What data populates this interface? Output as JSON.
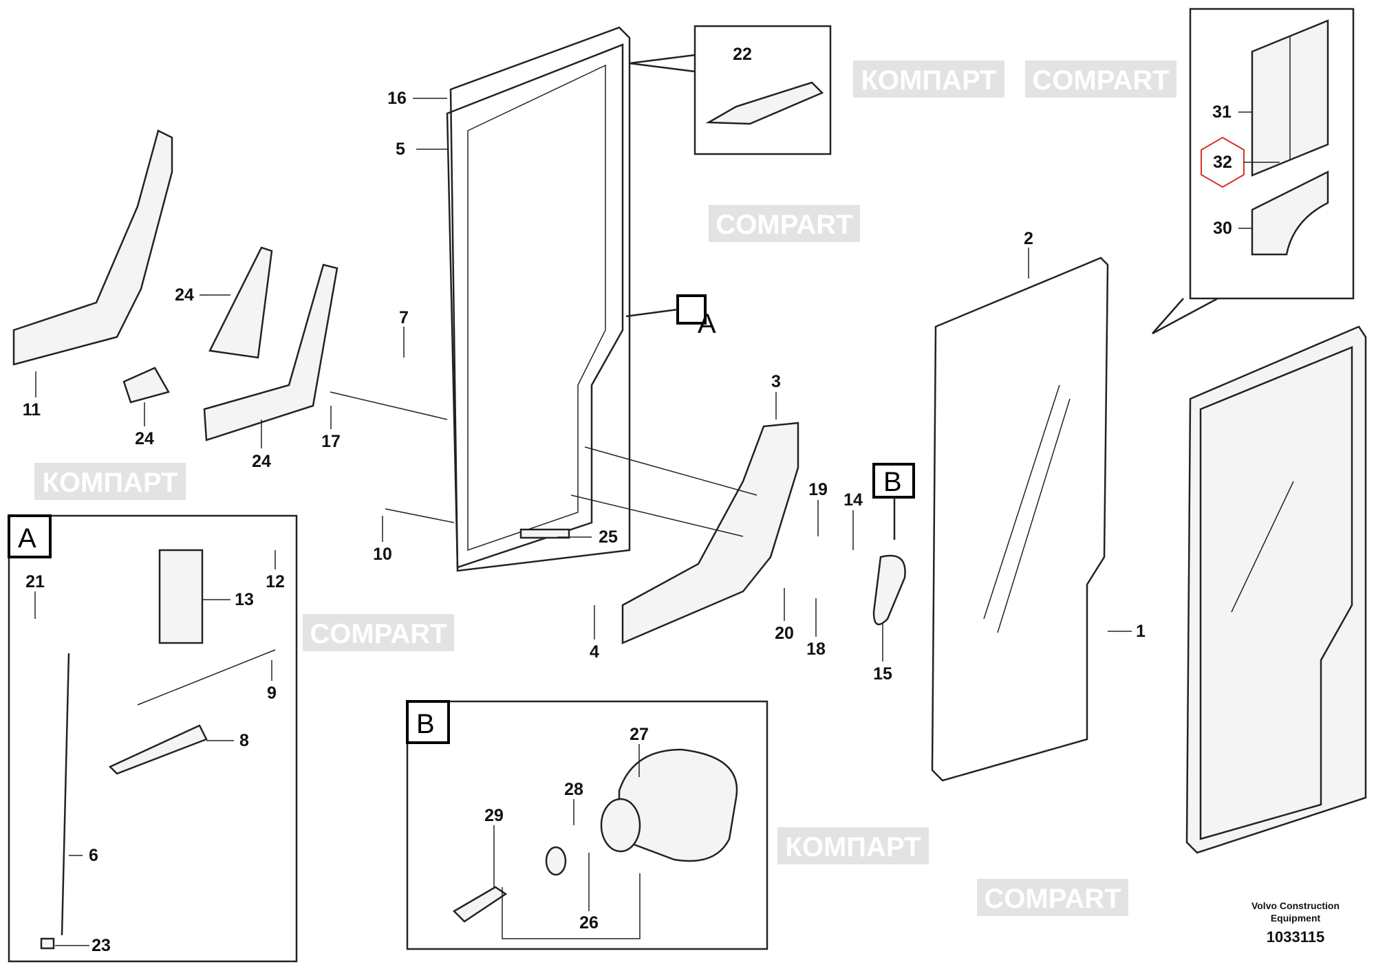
{
  "diagram": {
    "watermark": {
      "latin": "COMPART",
      "cyrillic": "КОМПАРТ"
    },
    "detail_views": {
      "A": "A",
      "B": "B"
    },
    "callouts": [
      "1",
      "2",
      "3",
      "4",
      "5",
      "6",
      "7",
      "8",
      "9",
      "10",
      "11",
      "12",
      "13",
      "14",
      "15",
      "16",
      "17",
      "18",
      "19",
      "20",
      "21",
      "22",
      "23",
      "24",
      "24",
      "24",
      "25",
      "26",
      "27",
      "28",
      "29",
      "30",
      "31",
      "32"
    ],
    "highlighted_callout": "32",
    "colors": {
      "highlight": "#d9302a",
      "watermark": "#e3e3e3"
    },
    "footer": {
      "company_line1": "Volvo Construction",
      "company_line2": "Equipment",
      "drawing_number": "1033115"
    }
  }
}
